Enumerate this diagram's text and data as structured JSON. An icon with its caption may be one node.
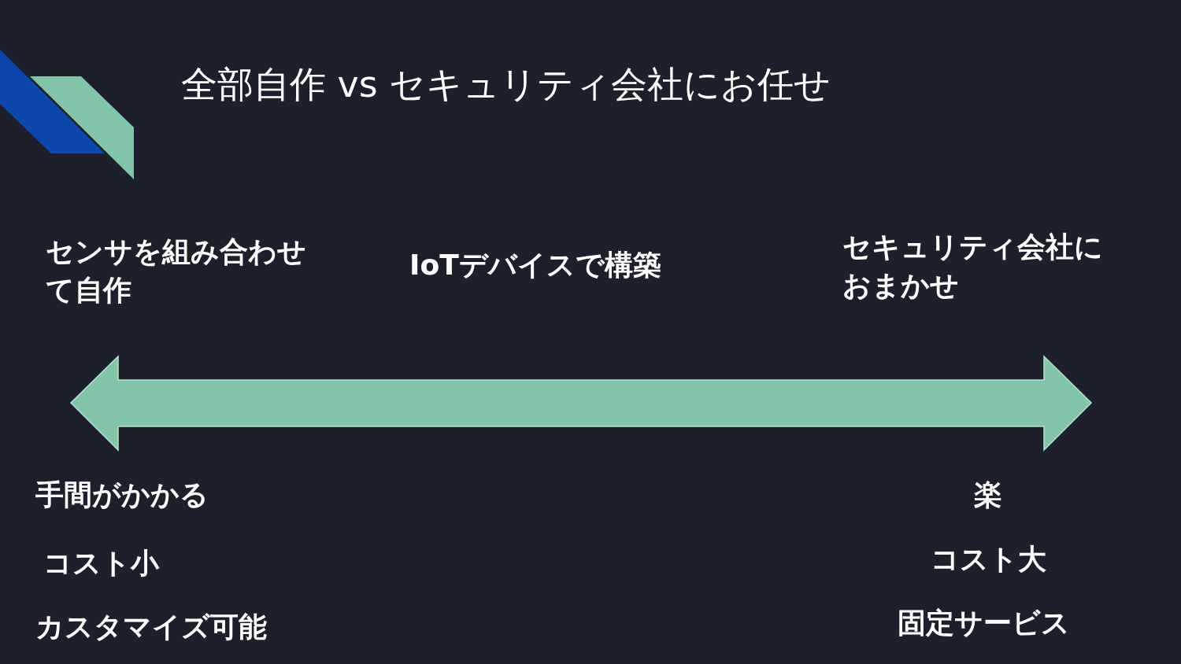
{
  "diagram": {
    "title": "全部自作 vs セキュリティ会社にお任せ",
    "labels": [
      "センサを組み合わせて自作",
      "IoTデバイスで構築",
      "セキュリティ会社におまかせ",
      "手間がかかる",
      "楽",
      "コスト小",
      "コスト大",
      "カスタマイズ可能",
      "固定サービス"
    ]
  }
}
